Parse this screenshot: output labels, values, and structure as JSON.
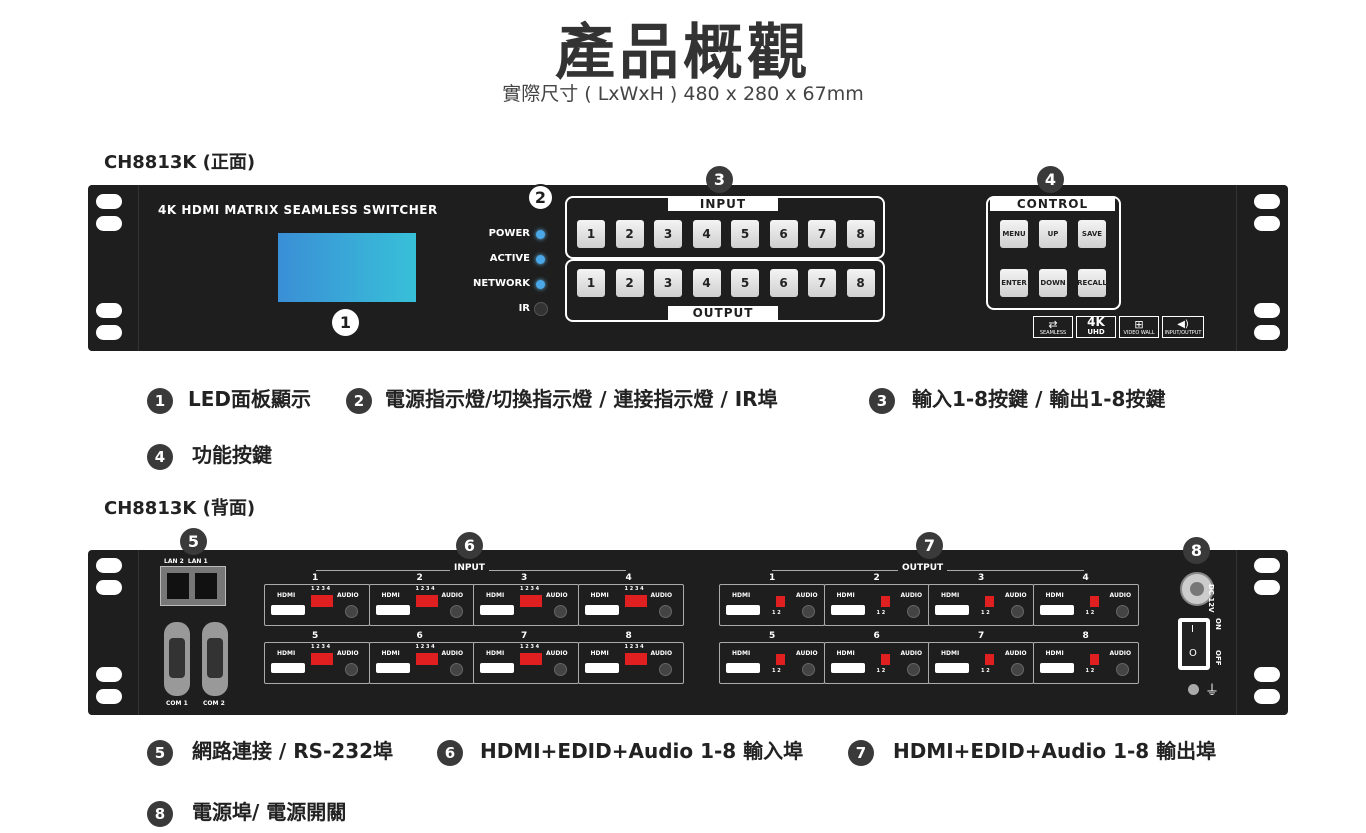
{
  "title": "產品概觀",
  "subtitle": "實際尺寸 ( LxWxH ) 480 x 280 x 67mm",
  "front": {
    "model_label": "CH8813K (正面)",
    "brand": "4K HDMI MATRIX SEAMLESS SWITCHER",
    "leds": [
      "POWER",
      "ACTIVE",
      "NETWORK",
      "IR"
    ],
    "input_label": "INPUT",
    "output_label": "OUTPUT",
    "buttons": [
      "1",
      "2",
      "3",
      "4",
      "5",
      "6",
      "7",
      "8"
    ],
    "control_label": "CONTROL",
    "control_buttons": [
      "MENU",
      "UP",
      "SAVE",
      "ENTER",
      "DOWN",
      "RECALL"
    ],
    "badges": [
      "SEAMLESS",
      "4K UHD",
      "VIDEO WALL",
      "INPUT/OUTPUT"
    ],
    "badge_marks": {
      "uhd_big": "4K",
      "uhd_small": "UHD"
    },
    "callouts": [
      "1",
      "2",
      "3",
      "4"
    ]
  },
  "legend_front": {
    "n1": "1",
    "t1": "LED面板顯示",
    "n2": "2",
    "t2": "電源指示燈/切換指示燈 / 連接指示燈 / IR埠",
    "n3": "3",
    "t3": "輸入1-8按鍵 / 輸出1-8按鍵",
    "n4": "4",
    "t4": "功能按鍵"
  },
  "back": {
    "model_label": "CH8813K (背面)",
    "lan_label": "LAN 2  LAN 1",
    "com1": "COM 1",
    "com2": "COM 2",
    "input_label": "INPUT",
    "output_label": "OUTPUT",
    "port_numbers": [
      "1",
      "2",
      "3",
      "4",
      "5",
      "6",
      "7",
      "8"
    ],
    "hdmi_label": "HDMI",
    "audio_label": "AUDIO",
    "dip_numbers_in": "1 2 3 4",
    "dip_numbers_out": "1 2",
    "dc_label": "DC 12V",
    "on_label": "ON",
    "off_label": "OFF",
    "switch_on": "I",
    "switch_off": "O",
    "callouts": [
      "5",
      "6",
      "7",
      "8"
    ]
  },
  "legend_back": {
    "n5": "5",
    "t5": "網路連接 / RS-232埠",
    "n6": "6",
    "t6": "HDMI+EDID+Audio 1-8 輸入埠",
    "n7": "7",
    "t7": "HDMI+EDID+Audio 1-8 輸出埠",
    "n8": "8",
    "t8": "電源埠/ 電源開關"
  },
  "colors": {
    "panel": "#1e1e1e",
    "lcd_start": "#3a8fd6",
    "lcd_end": "#38c0d8",
    "led_blue": "#4aa8e8",
    "dip_red": "#e02020",
    "callout": "#3a3a3a"
  }
}
